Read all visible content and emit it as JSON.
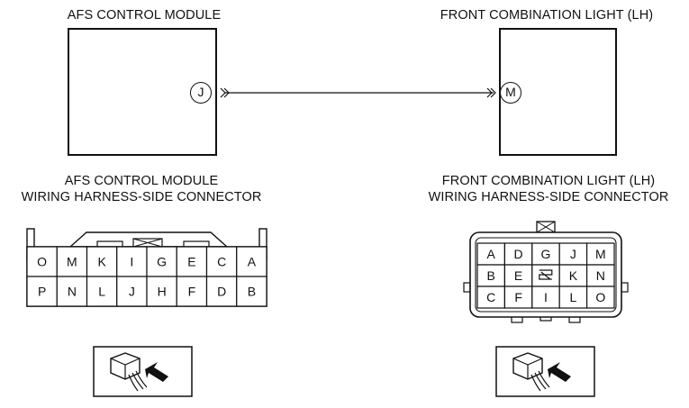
{
  "top": {
    "left_title": "AFS CONTROL MODULE",
    "right_title": "FRONT COMBINATION LIGHT (LH)",
    "left_terminal": "J",
    "right_terminal": "M"
  },
  "left_connector": {
    "title_line1": "AFS CONTROL MODULE",
    "title_line2": "WIRING HARNESS-SIDE CONNECTOR",
    "row1": [
      "O",
      "M",
      "K",
      "I",
      "G",
      "E",
      "C",
      "A"
    ],
    "row2": [
      "P",
      "N",
      "L",
      "J",
      "H",
      "F",
      "D",
      "B"
    ]
  },
  "right_connector": {
    "title_line1": "FRONT COMBINATION LIGHT (LH)",
    "title_line2": "WIRING HARNESS-SIDE CONNECTOR",
    "rows": [
      [
        "A",
        "D",
        "G",
        "J",
        "M"
      ],
      [
        "B",
        "E",
        "",
        "K",
        "N"
      ],
      [
        "C",
        "F",
        "I",
        "L",
        "O"
      ]
    ]
  }
}
